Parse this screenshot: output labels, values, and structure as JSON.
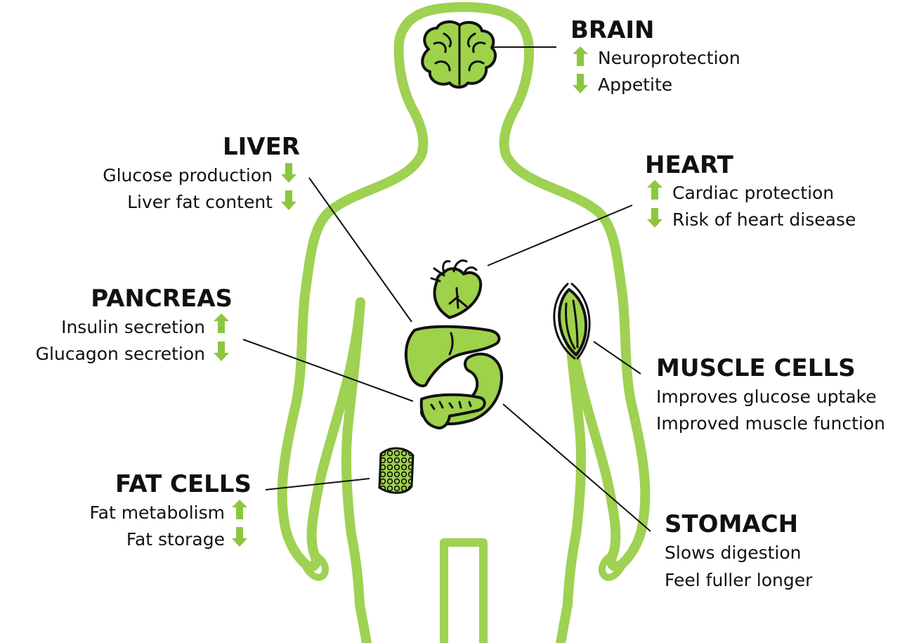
{
  "colors": {
    "accent": "#8cc63f",
    "body_outline": "#9fd152",
    "text": "#111111"
  },
  "organs": {
    "brain": {
      "title": "BRAIN",
      "effects": [
        {
          "text": "Neuroprotection",
          "direction": "up"
        },
        {
          "text": "Appetite",
          "direction": "down"
        }
      ]
    },
    "liver": {
      "title": "LIVER",
      "effects": [
        {
          "text": "Glucose production",
          "direction": "down"
        },
        {
          "text": "Liver fat content",
          "direction": "down"
        }
      ]
    },
    "heart": {
      "title": "HEART",
      "effects": [
        {
          "text": "Cardiac protection",
          "direction": "up"
        },
        {
          "text": "Risk of heart disease",
          "direction": "down"
        }
      ]
    },
    "pancreas": {
      "title": "PANCREAS",
      "effects": [
        {
          "text": "Insulin secretion",
          "direction": "up"
        },
        {
          "text": "Glucagon secretion",
          "direction": "down"
        }
      ]
    },
    "muscle": {
      "title": "MUSCLE CELLS",
      "effects": [
        {
          "text": "Improves glucose uptake"
        },
        {
          "text": "Improved muscle function"
        }
      ]
    },
    "fat": {
      "title": "FAT CELLS",
      "effects": [
        {
          "text": "Fat metabolism",
          "direction": "up"
        },
        {
          "text": "Fat storage",
          "direction": "down"
        }
      ]
    },
    "stomach": {
      "title": "STOMACH",
      "effects": [
        {
          "text": "Slows digestion"
        },
        {
          "text": "Feel fuller longer"
        }
      ]
    }
  }
}
